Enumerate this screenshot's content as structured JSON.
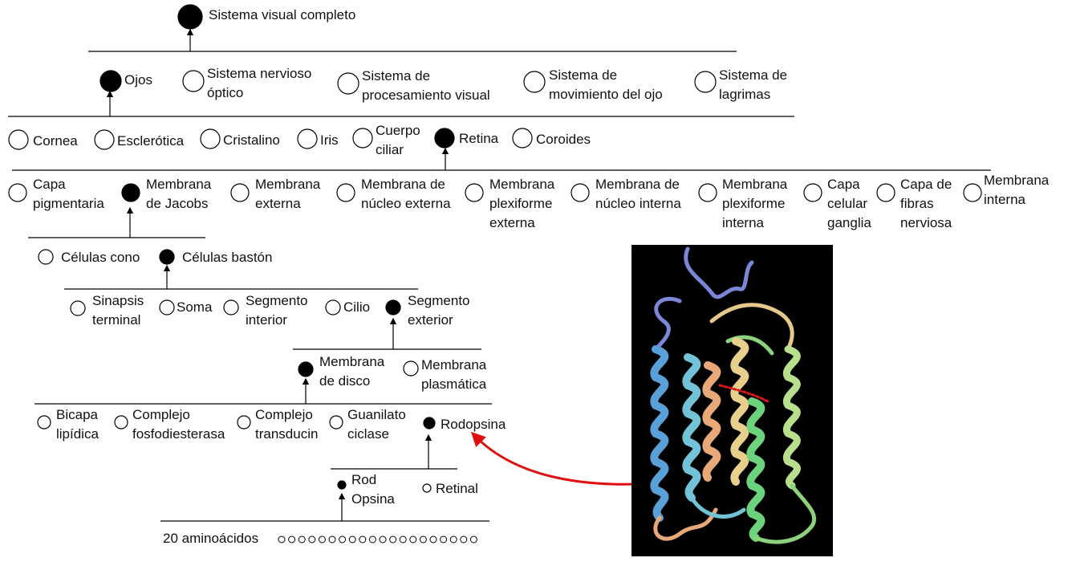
{
  "levels": {
    "l0": [
      "Sistema visual completo"
    ],
    "l1": [
      "Ojos",
      "Sistema nervioso\nóptico",
      "Sistema de\nprocesamiento visual",
      "Sistema de\nmovimiento del ojo",
      "Sistema de\nlagrimas"
    ],
    "l2": [
      "Cornea",
      "Esclerótica",
      "Cristalino",
      "Iris",
      "Cuerpo\nciliar",
      "Retina",
      "Coroides"
    ],
    "l3": [
      "Capa\npigmentaria",
      "Membrana\nde Jacobs",
      "Membrana\nexterna",
      "Membrana de\nnúcleo externa",
      "Membrana\nplexiforme\nexterna",
      "Membrana de\nnúcleo interna",
      "Membrana\nplexiforme\ninterna",
      "Capa\ncelular\nganglia",
      "Capa de\nfibras\nnerviosa",
      "Membrana\ninterna"
    ],
    "l4": [
      "Células cono",
      "Células bastón"
    ],
    "l5": [
      "Sinapsis\nterminal",
      "Soma",
      "Segmento\ninterior",
      "Cilio",
      "Segmento\nexterior"
    ],
    "l6": [
      "Membrana\nde disco",
      "Membrana\nplasmática"
    ],
    "l7": [
      "Bicapa\nlipídica",
      "Complejo\nfosfodiesterasa",
      "Complejo\ntransducin",
      "Guanilato\nciclase",
      "Rodopsina"
    ],
    "l8": [
      "Rod\nOpsina",
      "Retinal"
    ],
    "l9": [
      "20 aminoácidos"
    ]
  },
  "colors": {
    "arrow": "#e01010",
    "node": "#000000",
    "image_bg": "#000000"
  },
  "image": {
    "subject": "rhodopsin-protein-ribbon-structure"
  }
}
